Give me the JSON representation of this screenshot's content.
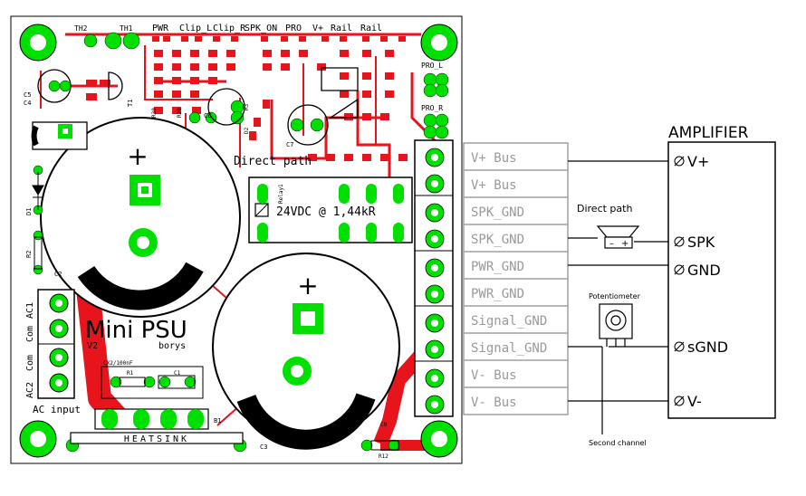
{
  "board": {
    "title": "Mini  PSU",
    "version": "V2",
    "author": "borys",
    "heatsink": "HEATSINK",
    "relay_rating": "24VDC  @  1,44kR",
    "relay_label": "Relay1",
    "direct_path": "Direct  path",
    "ac_input": "AC  input",
    "ac_pins": [
      "AC1",
      "Com",
      "Com",
      "AC2"
    ],
    "top_labels": [
      "TH2",
      "TH1",
      "PWR",
      "Clip_L",
      "Clip_R",
      "SPK_ON",
      "PRO",
      "V+",
      "Rail",
      "Rail"
    ],
    "pro_l": "PRO_L",
    "pro_r": "PRO_R",
    "parts": [
      "C5",
      "C4",
      "T1",
      "C6",
      "C7",
      "D1",
      "R2",
      "C2",
      "C3",
      "B1",
      "R1",
      "C1",
      "CX2/100nF",
      "C9",
      "R12",
      "D2",
      "R3",
      "R29",
      "R30"
    ]
  },
  "connector_pins": [
    "V+  Bus",
    "V+  Bus",
    "SPK_GND",
    "SPK_GND",
    "PWR_GND",
    "PWR_GND",
    "Signal_GND",
    "Signal_GND",
    "V-  Bus",
    "V-  Bus"
  ],
  "amplifier": {
    "title": "AMPLIFIER",
    "terminals": [
      "V+",
      "SPK",
      "GND",
      "sGND",
      "V-"
    ],
    "speaker_label": "Direct path",
    "pot_label": "Potentiometer",
    "second_channel": "Second channel"
  },
  "colors": {
    "trace": "#e8141c",
    "pad": "#00e000",
    "silk": "#000000",
    "connector_text": "#9a9a9a"
  }
}
